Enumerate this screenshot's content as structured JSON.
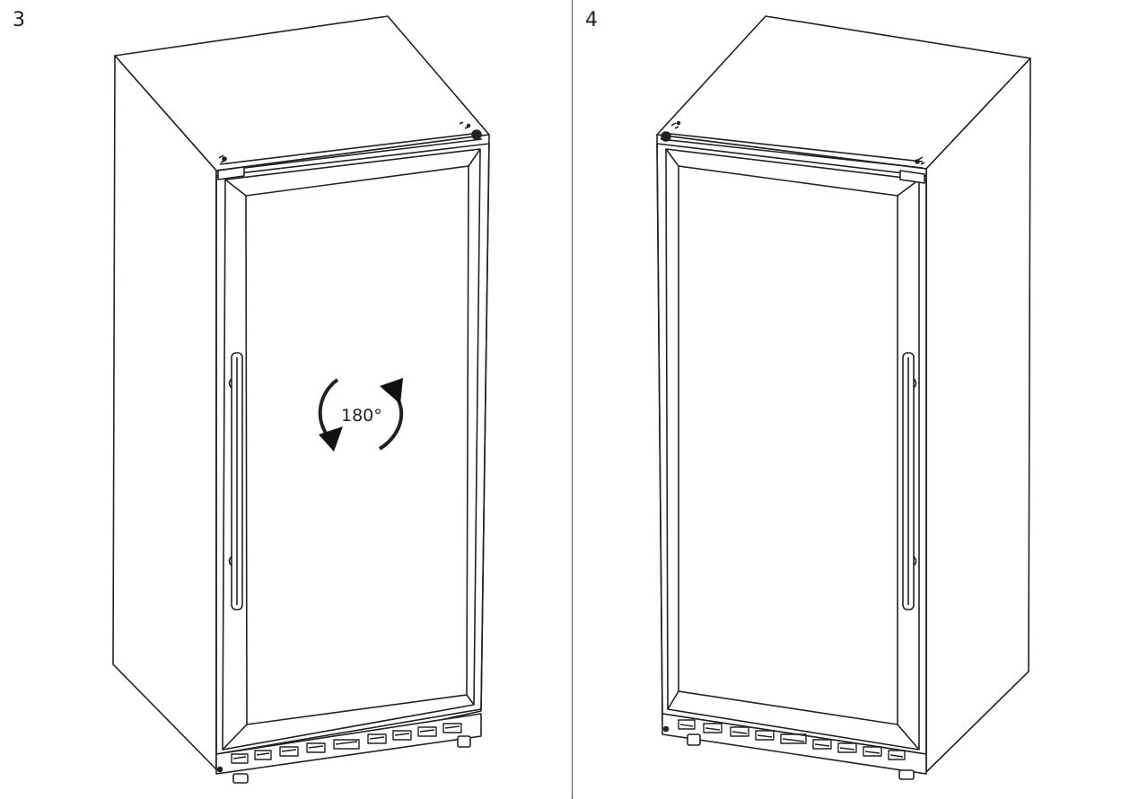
{
  "panels": [
    {
      "step": "3",
      "rotation_label": "180°"
    },
    {
      "step": "4"
    }
  ]
}
